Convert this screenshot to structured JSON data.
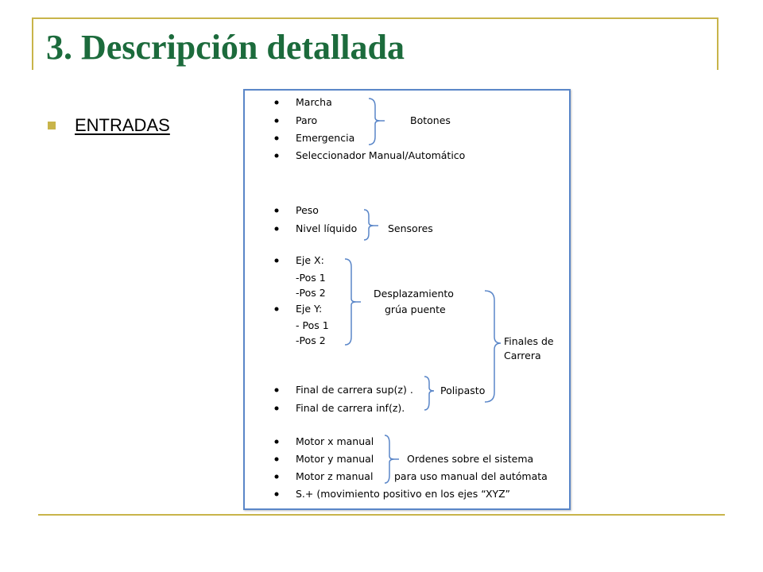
{
  "slide": {
    "title": "3. Descripción detallada",
    "bullet": "ENTRADAS"
  },
  "figure": {
    "group1": {
      "items": [
        "Marcha",
        "Paro",
        "Emergencia",
        "Seleccionador  Manual/Automático"
      ],
      "label": "Botones"
    },
    "group2": {
      "items": [
        "Peso",
        "Nivel líquido"
      ],
      "label": "Sensores"
    },
    "group3": {
      "lines": [
        "Eje X:",
        "-Pos 1",
        "-Pos 2",
        "Eje Y:",
        " - Pos 1",
        "-Pos 2"
      ],
      "label_line1": "Desplazamiento",
      "label_line2": "grúa puente"
    },
    "finales": {
      "line1": "Finales de",
      "line2": "Carrera"
    },
    "group4": {
      "items": [
        "Final de carrera sup(z) .",
        "Final de carrera inf(z)."
      ],
      "label": "Polipasto"
    },
    "group5": {
      "items": [
        "Motor x manual",
        "Motor y manual",
        "Motor z manual",
        "S.+ (movimiento positivo en los ejes “XYZ”"
      ],
      "label_line1": "Ordenes sobre el  sistema",
      "label_line2": "para uso manual del  autómata"
    }
  },
  "colors": {
    "title": "#1c6b3c",
    "accent": "#c8b44a",
    "box_border": "#5a86c8"
  }
}
